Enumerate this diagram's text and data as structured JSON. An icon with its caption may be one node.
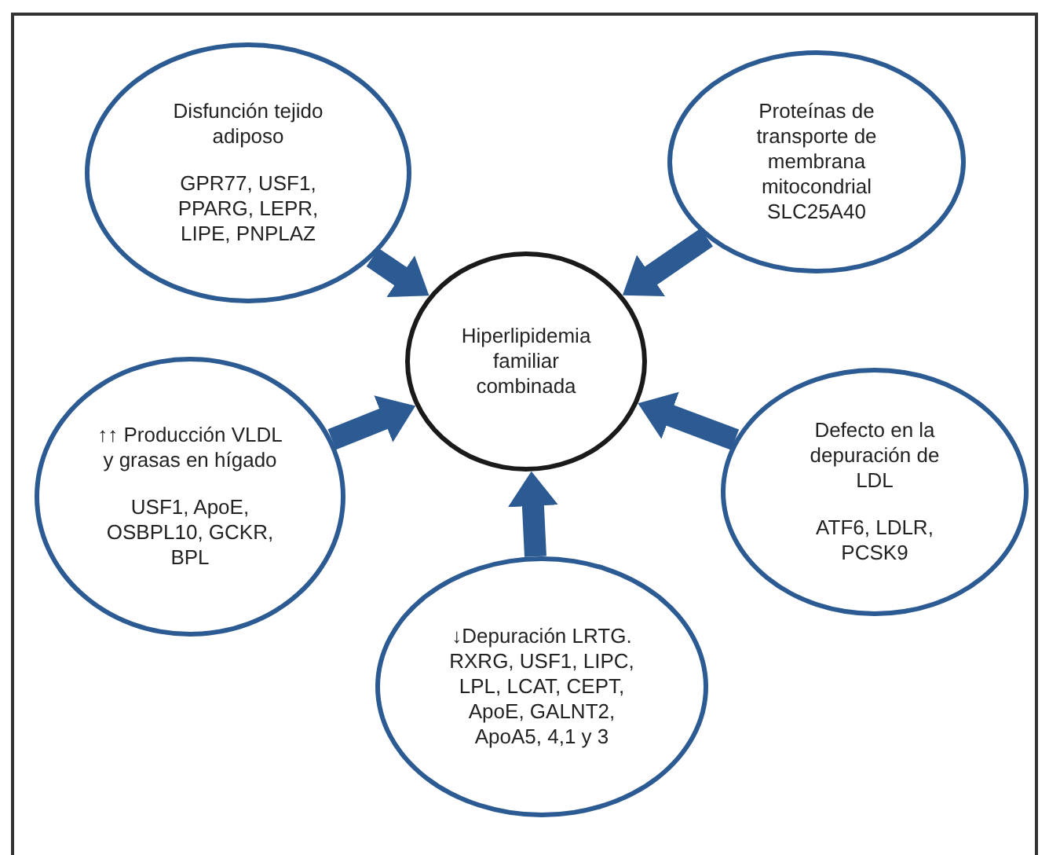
{
  "diagram": {
    "nodes": [
      {
        "text": [
          "Hiperlipidemia familiar combinada"
        ]
      },
      {
        "text": [
          "Disfunción tejido adiposo",
          "GPR77, USF1, PPARG, LEPR, LIPE, PNPLAZ"
        ]
      },
      {
        "text": [
          "Proteínas de transporte de membrana mitocondrial SLC25A40"
        ]
      },
      {
        "text": [
          "↑↑ Producción VLDL y grasas en hígado",
          "USF1, ApoE, OSBPL10, GCKR, BPL"
        ]
      },
      {
        "text": [
          "Defecto en la depuración de LDL",
          "ATF6, LDLR, PCSK9"
        ]
      },
      {
        "text": [
          "↓Depuración LRTG. RXRG, USF1, LIPC, LPL, LCAT, CEPT, ApoE, GALNT2, ApoA5, 4,1 y 3"
        ]
      }
    ],
    "edges": [
      {
        "from": 1,
        "to": 0,
        "arrow": "to"
      },
      {
        "from": 2,
        "to": 0,
        "arrow": "to"
      },
      {
        "from": 3,
        "to": 0,
        "arrow": "to"
      },
      {
        "from": 4,
        "to": 0,
        "arrow": "to"
      },
      {
        "from": 5,
        "to": 0,
        "arrow": "to"
      }
    ]
  }
}
